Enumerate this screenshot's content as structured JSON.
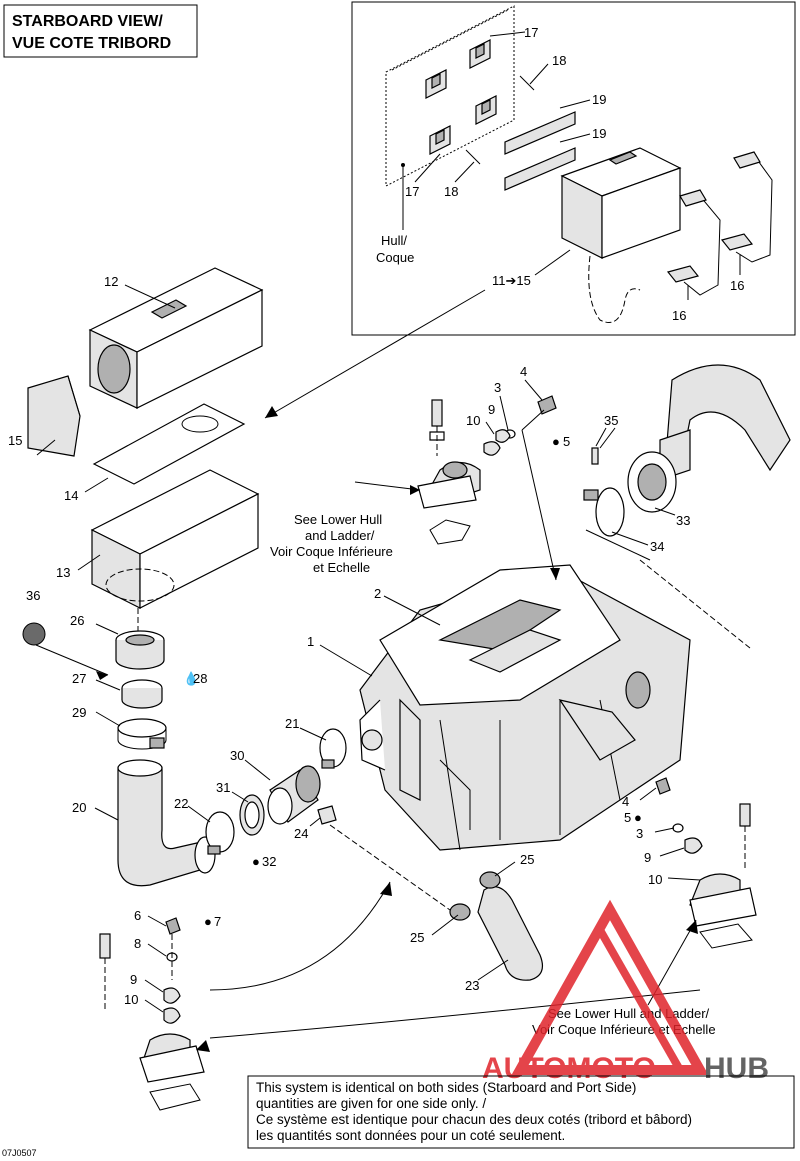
{
  "title": {
    "line1": "STARBOARD VIEW/",
    "line2": "VUE COTE TRIBORD"
  },
  "inset_labels": {
    "hull_line1": "Hull/",
    "hull_line2": "Coque",
    "group_ref": "11➔15"
  },
  "notes": {
    "lower_hull_top": [
      "See Lower Hull",
      "and Ladder/",
      "Voir Coque Inférieure",
      "et Echelle"
    ],
    "lower_hull_bottom": [
      "See Lower Hull and Ladder/",
      "Voir Coque Inférieure et Echelle"
    ],
    "system": [
      "This system is identical on both sides (Starboard and Port Side)",
      "quantities are given for one side only. /",
      "Ce système est identique pour chacun des deux cotés (tribord et bâbord)",
      "les quantités sont données pour un coté seulement."
    ]
  },
  "callouts": {
    "c1": "1",
    "c2": "2",
    "c3a": "3",
    "c3b": "3",
    "c4a": "4",
    "c4b": "4",
    "c5a": "5",
    "c5b": "5",
    "c6": "6",
    "c7": "7",
    "c8": "8",
    "c9a": "9",
    "c9b": "9",
    "c9c": "9",
    "c10a": "10",
    "c10b": "10",
    "c10c": "10",
    "c11": "11",
    "c12": "12",
    "c13": "13",
    "c14": "14",
    "c15": "15",
    "c16a": "16",
    "c16b": "16",
    "c17a": "17",
    "c17b": "17",
    "c18a": "18",
    "c18b": "18",
    "c19a": "19",
    "c19b": "19",
    "c20": "20",
    "c21": "21",
    "c22": "22",
    "c23": "23",
    "c24": "24",
    "c25a": "25",
    "c25b": "25",
    "c26": "26",
    "c27": "27",
    "c28": "28",
    "c29": "29",
    "c30": "30",
    "c31": "31",
    "c32": "32",
    "c33": "33",
    "c34": "34",
    "c35": "35",
    "c36": "36"
  },
  "ref_code": "07J0507",
  "watermark": {
    "part1": "AUTOMOTO",
    "part2": "HUB",
    "color_red": "#e0242b",
    "color_dark": "#4a4a4a"
  }
}
